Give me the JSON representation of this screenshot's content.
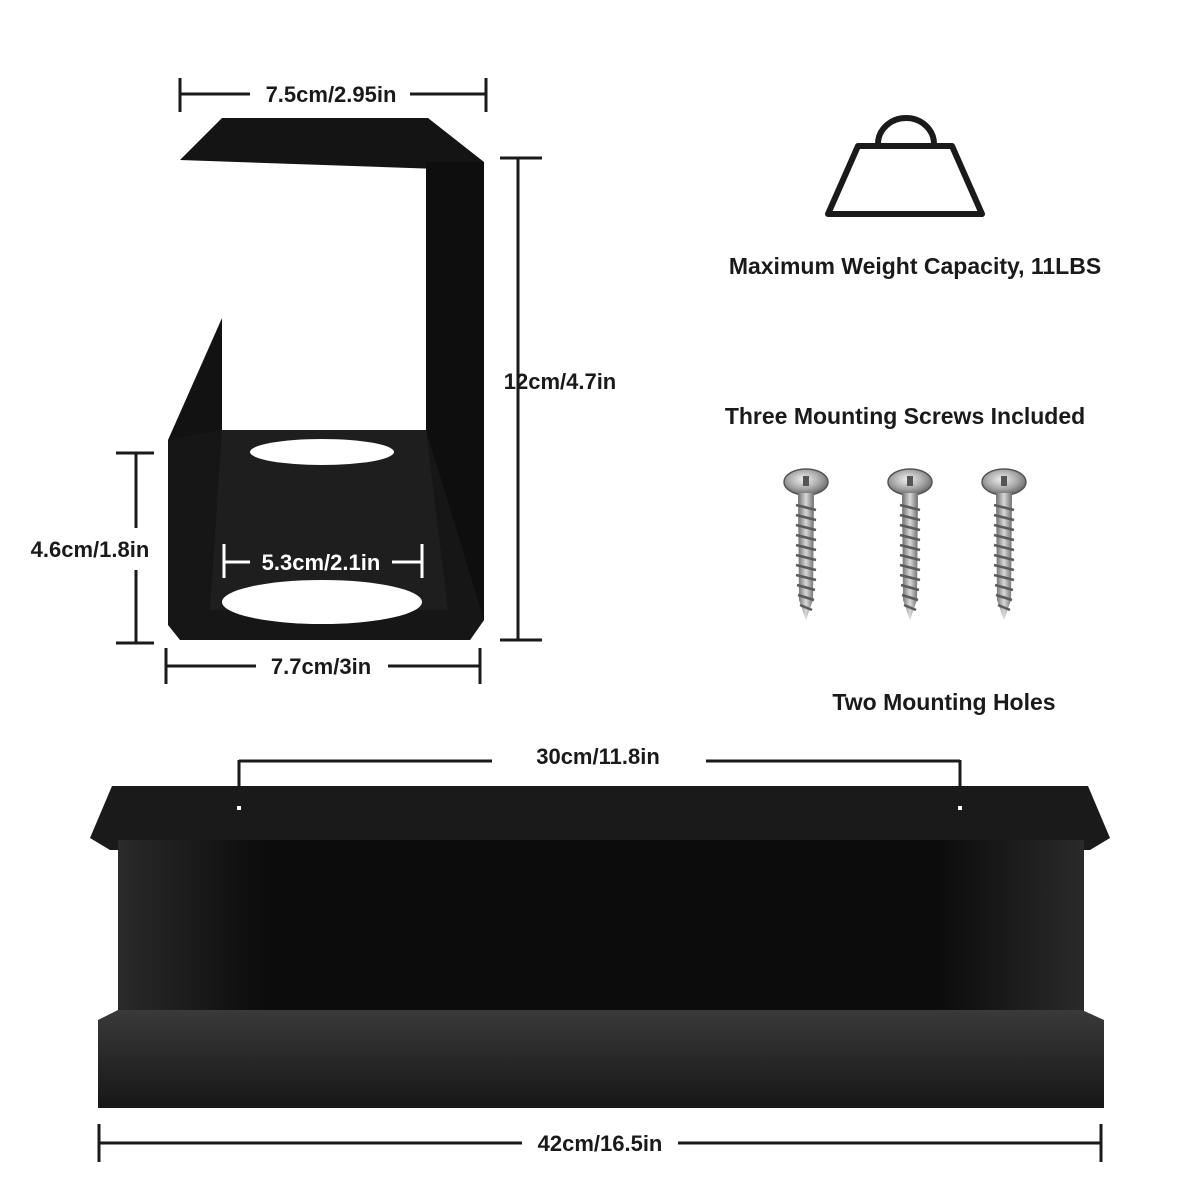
{
  "bracket": {
    "top_width_label": "7.5cm/2.95in",
    "height_label": "12cm/4.7in",
    "front_height_label": "4.6cm/1.8in",
    "hole_width_label": "5.3cm/2.1in",
    "bottom_width_label": "7.7cm/3in"
  },
  "features": {
    "weight_caption": "Maximum Weight Capacity, 11LBS",
    "screws_caption": "Three Mounting Screws Included",
    "holes_caption": "Two Mounting Holes"
  },
  "tray": {
    "hole_spacing_label": "30cm/11.8in",
    "length_label": "42cm/16.5in"
  },
  "colors": {
    "metal": "#111111",
    "metal_light": "#2e2e2e",
    "line": "#1a1a1a",
    "screw": "#9a9a9a"
  }
}
